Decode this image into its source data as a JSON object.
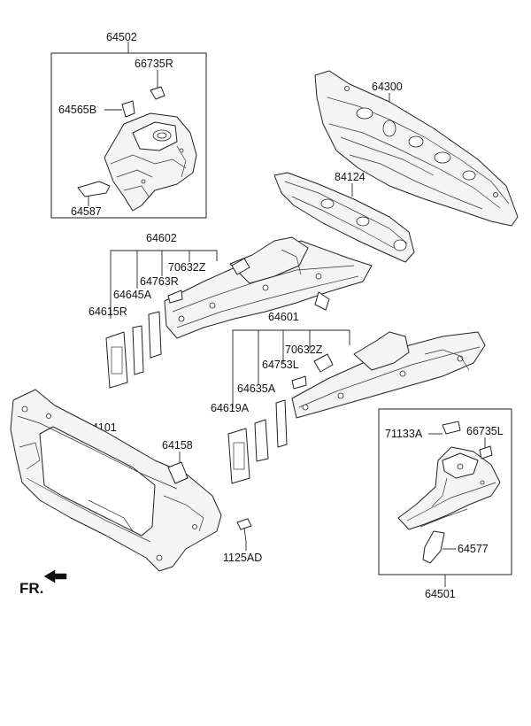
{
  "labels": {
    "p64502": "64502",
    "p66735R": "66735R",
    "p64565B": "64565B",
    "p64587": "64587",
    "p64300": "64300",
    "p84124": "84124",
    "p64602": "64602",
    "p70632Z_a": "70632Z",
    "p64763R": "64763R",
    "p64645A": "64645A",
    "p64615R": "64615R",
    "p64601": "64601",
    "p70632Z_b": "70632Z",
    "p64753L": "64753L",
    "p64635A": "64635A",
    "p64619A": "64619A",
    "p64101": "64101",
    "p64158": "64158",
    "p1125AD": "1125AD",
    "p71133A": "71133A",
    "p66735L": "66735L",
    "p64577": "64577",
    "p64501": "64501",
    "fr": "FR."
  },
  "colors": {
    "line": "#222222",
    "background": "#ffffff"
  },
  "icons": {
    "front_direction": "arrow-left-icon"
  }
}
